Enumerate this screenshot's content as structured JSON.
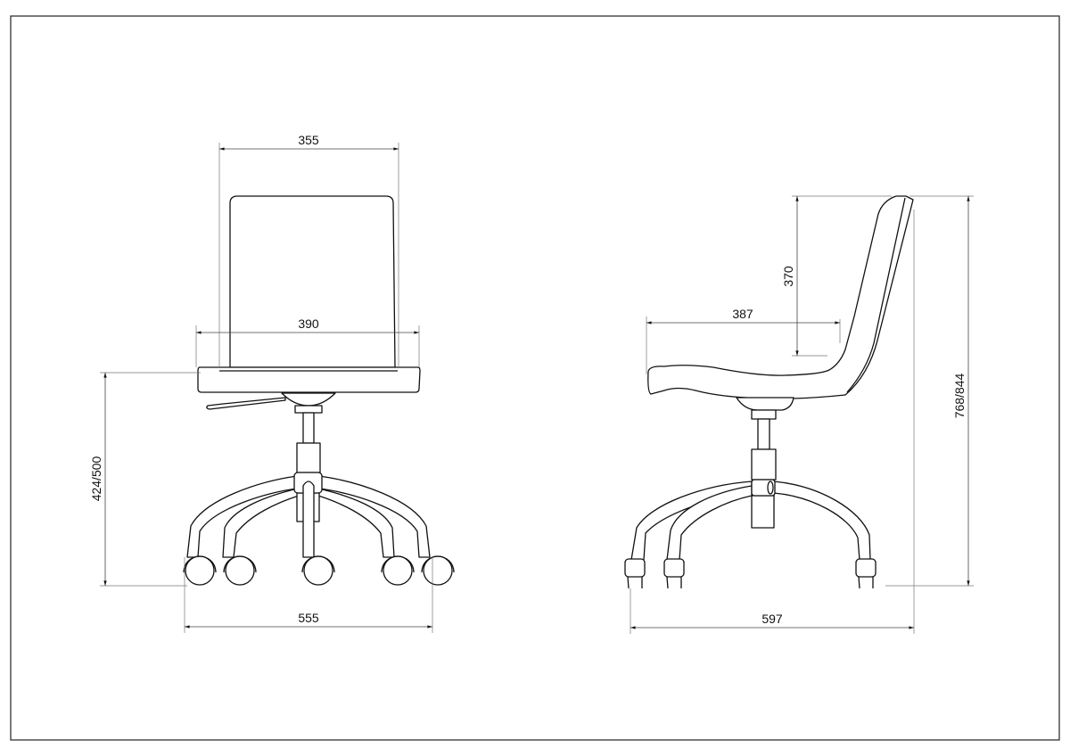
{
  "drawing": {
    "front_view": {
      "back_width": "355",
      "seat_width": "390",
      "seat_height": "424/500",
      "base_width": "555"
    },
    "side_view": {
      "back_height": "370",
      "seat_depth": "387",
      "total_height": "768/844",
      "base_depth": "597"
    }
  }
}
